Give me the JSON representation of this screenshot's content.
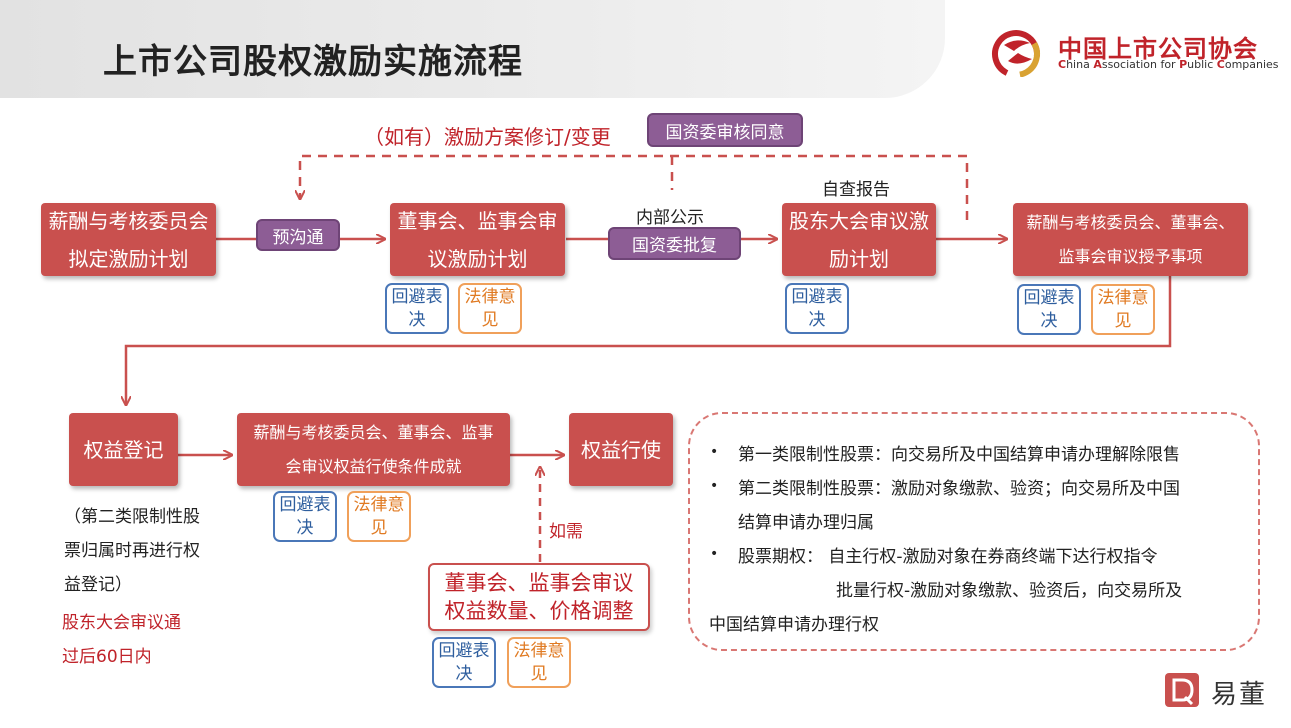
{
  "header": {
    "title": "上市公司股权激励实施流程",
    "logo_cn": "中国上市公司协会",
    "logo_en_parts": [
      {
        "text": "C",
        "cap": true
      },
      {
        "text": "hina ",
        "cap": false
      },
      {
        "text": "A",
        "cap": true
      },
      {
        "text": "ssociation for ",
        "cap": false
      },
      {
        "text": "P",
        "cap": true
      },
      {
        "text": "ublic ",
        "cap": false
      },
      {
        "text": "C",
        "cap": true
      },
      {
        "text": "ompanies",
        "cap": false
      }
    ]
  },
  "flow": {
    "revise_label": "（如有）激励方案修订/变更",
    "sasac_approve": "国资委审核同意",
    "self_report": "自查报告",
    "internal_publicity": "内部公示",
    "sasac_reply": "国资委批复",
    "pre_communication": "预沟通",
    "step1": "薪酬与考核委员会拟定激励计划",
    "step2": "董事会、监事会审议激励计划",
    "step3": "股东大会审议激励计划",
    "step4": "薪酬与考核委员会、董事会、监事会审议授予事项",
    "step5": "权益登记",
    "step6": "薪酬与考核委员会、董事会、监事会审议权益行使条件成就",
    "step7": "权益行使",
    "adjust": "董事会、监事会审议权益数量、价格调整",
    "as_needed": "如需",
    "avoid_vote": "回避表决",
    "legal_opinion": "法律意见"
  },
  "side_note": {
    "text": "（第二类限制性股票归属时再进行权益登记）",
    "red": "股东大会审议通过后60日内"
  },
  "notes": {
    "line1": "第一类限制性股票：向交易所及中国结算申请办理解除限售",
    "line2a": "第二类限制性股票：激励对象缴款、验资；向交易所及中国",
    "line2b": "结算申请办理归属",
    "line3a": "股票期权：  自主行权-激励对象在券商终端下达行权指令",
    "line3b": "批量行权-激励对象缴款、验资后，向交易所及",
    "line3c": "中国结算申请办理行权",
    "bullet": "•"
  },
  "brand": {
    "name": "易董",
    "mark_letter": "D"
  },
  "colors": {
    "primary_red": "#c9504e",
    "purple": "#8d5d95",
    "tag_blue": "#4a77b8",
    "tag_orange": "#f0a05a"
  }
}
